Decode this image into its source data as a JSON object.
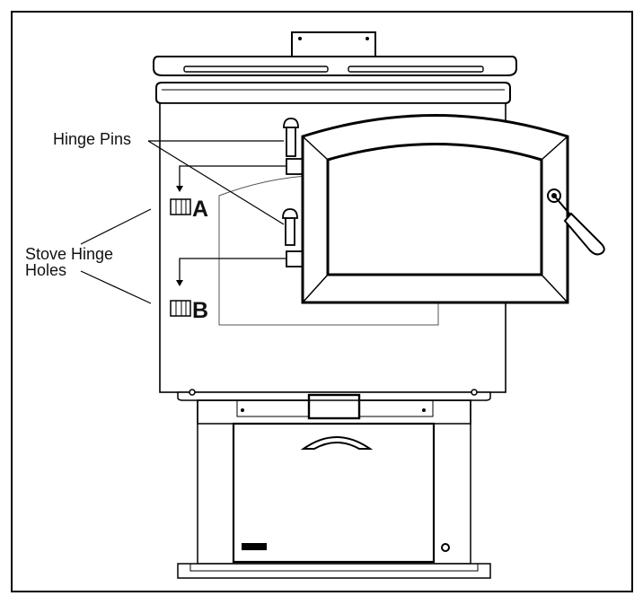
{
  "labels": {
    "hinge_pins": "Hinge Pins",
    "stove_hinge_holes_line1": "Stove Hinge",
    "stove_hinge_holes_line2": "Holes",
    "hole_a": "A",
    "hole_b": "B"
  }
}
